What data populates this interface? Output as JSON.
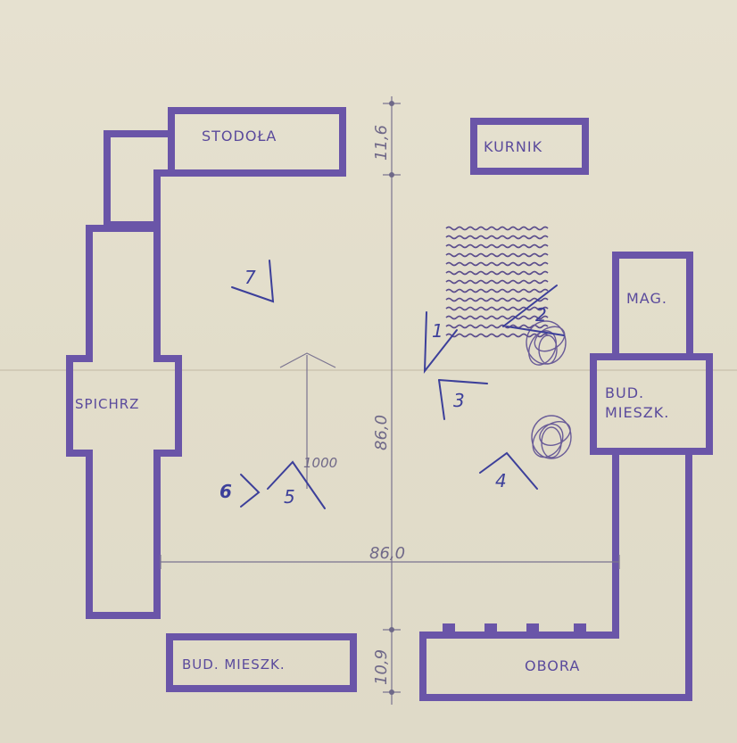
{
  "buildings": {
    "stodola": "STODOŁA",
    "kurnik": "KURNIK",
    "spichrz": "SPICHRZ",
    "mag": "MAG.",
    "bud_mieszk_right_line1": "BUD.",
    "bud_mieszk_right_line2": "MIESZK.",
    "bud_mieszk_bottom": "BUD. MIESZK.",
    "obora": "OBORA"
  },
  "dimensions": {
    "top_gap": "11,6",
    "vertical_main": "86,0",
    "horizontal_main": "86,0",
    "bottom_gap": "10,9"
  },
  "annotations": {
    "north_reference": "1000"
  },
  "viewpoints": [
    "1",
    "2",
    "3",
    "4",
    "5",
    "6",
    "7"
  ],
  "colors": {
    "building_outline": "#6a55a8",
    "pen_ink": "#3c3f9a",
    "dimension_line": "#7a7390",
    "paper": "#e4dfcd"
  }
}
